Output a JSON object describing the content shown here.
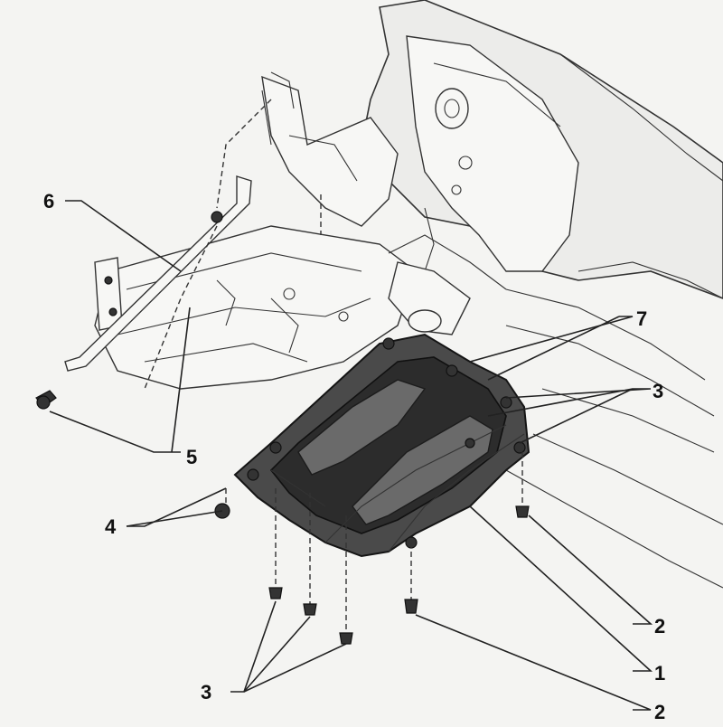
{
  "diagram": {
    "callouts": {
      "c1": "1",
      "c2a": "2",
      "c2b": "2",
      "c3a": "3",
      "c3b": "3",
      "c4": "4",
      "c5": "5",
      "c6": "6",
      "c7": "7"
    }
  }
}
